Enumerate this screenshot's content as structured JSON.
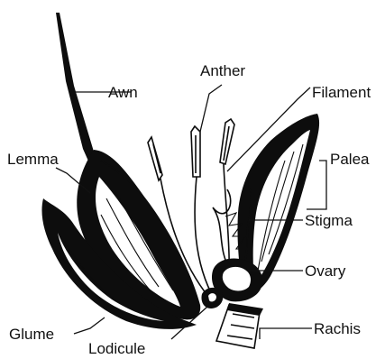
{
  "figure": {
    "labels": {
      "awn": "Awn",
      "anther": "Anther",
      "filament": "Filament",
      "lemma": "Lemma",
      "palea": "Palea",
      "stigma": "Stigma",
      "ovary": "Ovary",
      "rachis": "Rachis",
      "glume": "Glume",
      "lodicule": "Lodicule"
    },
    "colors": {
      "ink": "#0d0d0d",
      "background": "#ffffff"
    }
  }
}
